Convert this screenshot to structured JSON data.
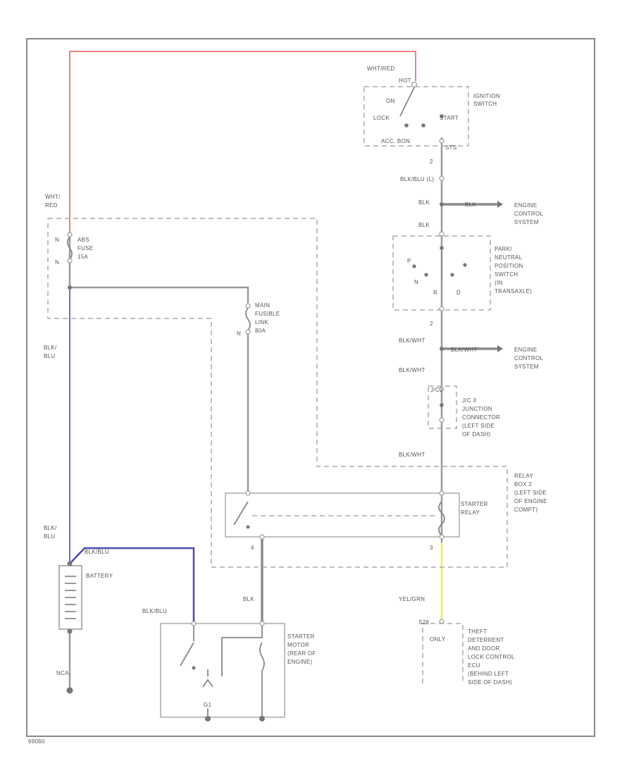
{
  "colors": {
    "wire_red": "#f08080",
    "wire_blue": "#6b6bd6",
    "wire_yellow": "#f0f050",
    "wire_gray": "#9a9a9a"
  },
  "labels": {
    "wht_red_top": "WHT/RED",
    "ignition_switch": [
      "IGNITION",
      "SWITCH"
    ],
    "sw_hot": "HOT",
    "sw_on": "ON",
    "sw_lock": "LOCK",
    "sw_start": "START",
    "sw_acc": "ACC, BON",
    "sw_sts": "STS",
    "num_2a": "2",
    "blk_blu_l": "BLK/BLU (L)",
    "blk_1": "BLK",
    "blk_1b": "BLK",
    "blk_2": "BLK",
    "engine_control_1": [
      "ENGINE",
      "CONTROL",
      "SYSTEM"
    ],
    "pn_switch": [
      "PARK/",
      "NEUTRAL",
      "POSITION",
      "SWITCH",
      "(IN",
      "TRANSAXLE)"
    ],
    "sw_p": "P",
    "sw_n": "N",
    "sw_r": "R",
    "sw_d": "D",
    "num_2b": "2",
    "blk_wht_1": "BLK/WHT",
    "blk_wht_small": "BLK/WHT",
    "engine_control_2": [
      "ENGINE",
      "CONTROL",
      "SYSTEM"
    ],
    "blk_wht_2": "BLK/WHT",
    "junction": [
      "J/C 3",
      "JUNCTION",
      "CONNECTOR",
      "(LEFT SIDE",
      "OF DASH)"
    ],
    "jc_top": "J/C3",
    "blk_wht_3": "BLK/WHT",
    "relay_box": [
      "RELAY",
      "BOX 2",
      "(LEFT SIDE",
      "OF ENGINE",
      "COMPT)"
    ],
    "starter_relay": [
      "STARTER",
      "RELAY"
    ],
    "num_4": "4",
    "num_3": "3",
    "yel_grn": "YEL/GRN",
    "s29": "S29",
    "only": "ONLY",
    "theft": [
      "THEFT",
      "DETERRENT",
      "AND DOOR",
      "LOCK CONTROL",
      "ECU",
      "(BEHIND LEFT",
      "SIDE OF DASH)"
    ],
    "wht_red_left": [
      "WHT/",
      "RED"
    ],
    "abs_fuse": [
      "ABS",
      "FUSE",
      "15A"
    ],
    "fuse_n": "N",
    "fuse_n2": "N",
    "main_fuse": [
      "MAIN",
      "FUSIBLE",
      "LINK",
      "80A"
    ],
    "main_n": "N",
    "blk_blu_left": [
      "BLK/",
      "BLU"
    ],
    "blk_blu_left2": [
      "BLK/",
      "BLU"
    ],
    "blk_blu_batt": "BLK/BLU",
    "battery": "BATTERY",
    "blk_blu_motor": "BLK/BLU",
    "blk_mid": "BLK",
    "starter_motor": [
      "STARTER",
      "MOTOR",
      "(REAR OF",
      "ENGINE)"
    ],
    "g1": "G1",
    "nca": "NCA",
    "figure_id": "69060"
  }
}
